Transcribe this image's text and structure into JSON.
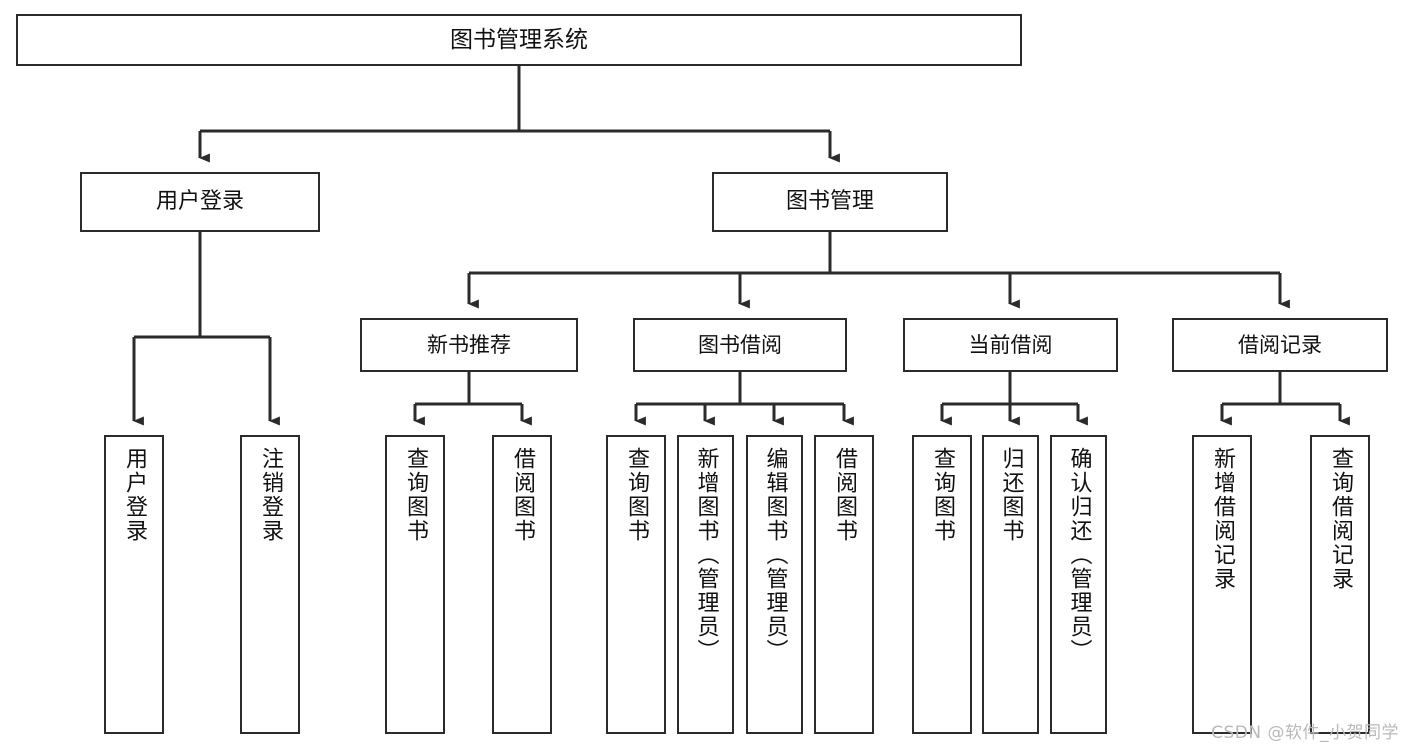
{
  "diagram": {
    "type": "tree-hierarchy",
    "title": "图书管理系统",
    "watermark": "CSDN @软件_小贺同学",
    "colors": {
      "box_border": "#2b2b2b",
      "box_fill": "#ffffff",
      "connector": "#2b2b2b",
      "text": "#111111",
      "watermark": "#b9b9b9"
    },
    "levels": [
      {
        "level": 1,
        "nodes": [
          {
            "id": "root",
            "label": "图书管理系统",
            "orientation": "horizontal"
          }
        ]
      },
      {
        "level": 2,
        "nodes": [
          {
            "id": "l2-login",
            "label": "用户登录",
            "orientation": "horizontal",
            "parent": "root"
          },
          {
            "id": "l2-book-mgmt",
            "label": "图书管理",
            "orientation": "horizontal",
            "parent": "root"
          }
        ]
      },
      {
        "level": 3,
        "nodes": [
          {
            "id": "l3-new-book",
            "label": "新书推荐",
            "orientation": "horizontal",
            "parent": "l2-book-mgmt"
          },
          {
            "id": "l3-borrow",
            "label": "图书借阅",
            "orientation": "horizontal",
            "parent": "l2-book-mgmt"
          },
          {
            "id": "l3-current",
            "label": "当前借阅",
            "orientation": "horizontal",
            "parent": "l2-book-mgmt"
          },
          {
            "id": "l3-records",
            "label": "借阅记录",
            "orientation": "horizontal",
            "parent": "l2-book-mgmt"
          }
        ]
      },
      {
        "level": 4,
        "nodes": [
          {
            "id": "leaf-user-login",
            "label": "用户登录",
            "orientation": "vertical",
            "parent": "l2-login"
          },
          {
            "id": "leaf-user-logout",
            "label": "注销登录",
            "orientation": "vertical",
            "parent": "l2-login"
          },
          {
            "id": "leaf-query-book-1",
            "label": "查询图书",
            "orientation": "vertical",
            "parent": "l3-new-book"
          },
          {
            "id": "leaf-borrow-book-1",
            "label": "借阅图书",
            "orientation": "vertical",
            "parent": "l3-new-book"
          },
          {
            "id": "leaf-query-book-2",
            "label": "查询图书",
            "orientation": "vertical",
            "parent": "l3-borrow"
          },
          {
            "id": "leaf-add-book",
            "label": "新增图书（管理员）",
            "orientation": "vertical",
            "parent": "l3-borrow"
          },
          {
            "id": "leaf-edit-book",
            "label": "编辑图书（管理员）",
            "orientation": "vertical",
            "parent": "l3-borrow"
          },
          {
            "id": "leaf-borrow-book-2",
            "label": "借阅图书",
            "orientation": "vertical",
            "parent": "l3-borrow"
          },
          {
            "id": "leaf-query-book-3",
            "label": "查询图书",
            "orientation": "vertical",
            "parent": "l3-current"
          },
          {
            "id": "leaf-return-book",
            "label": "归还图书",
            "orientation": "vertical",
            "parent": "l3-current"
          },
          {
            "id": "leaf-confirm-return",
            "label": "确认归还（管理员）",
            "orientation": "vertical",
            "parent": "l3-current"
          },
          {
            "id": "leaf-add-record",
            "label": "新增借阅记录",
            "orientation": "vertical",
            "parent": "l3-records"
          },
          {
            "id": "leaf-query-record",
            "label": "查询借阅记录",
            "orientation": "vertical",
            "parent": "l3-records"
          }
        ]
      }
    ]
  }
}
